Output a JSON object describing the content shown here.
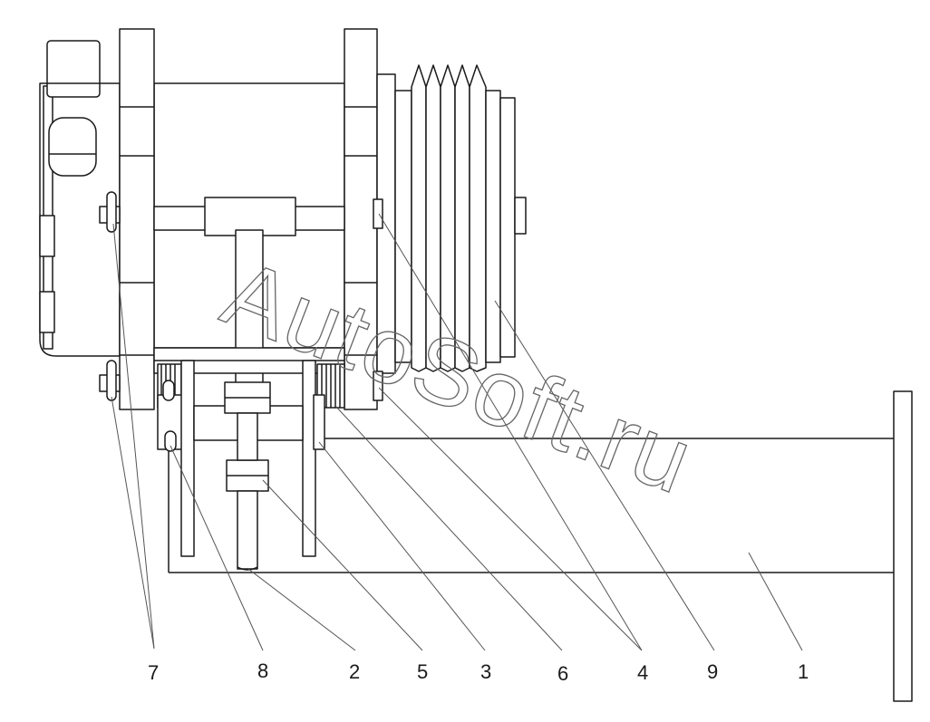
{
  "watermark": "AutoSoft.ru",
  "colors": {
    "line": "#1a1a1a",
    "leader": "#555555",
    "watermark": "#666666"
  },
  "callouts": [
    {
      "id": "7",
      "label": "7"
    },
    {
      "id": "8",
      "label": "8"
    },
    {
      "id": "2",
      "label": "2"
    },
    {
      "id": "5",
      "label": "5"
    },
    {
      "id": "3",
      "label": "3"
    },
    {
      "id": "6",
      "label": "6"
    },
    {
      "id": "4",
      "label": "4"
    },
    {
      "id": "9",
      "label": "9"
    },
    {
      "id": "1",
      "label": "1"
    }
  ]
}
